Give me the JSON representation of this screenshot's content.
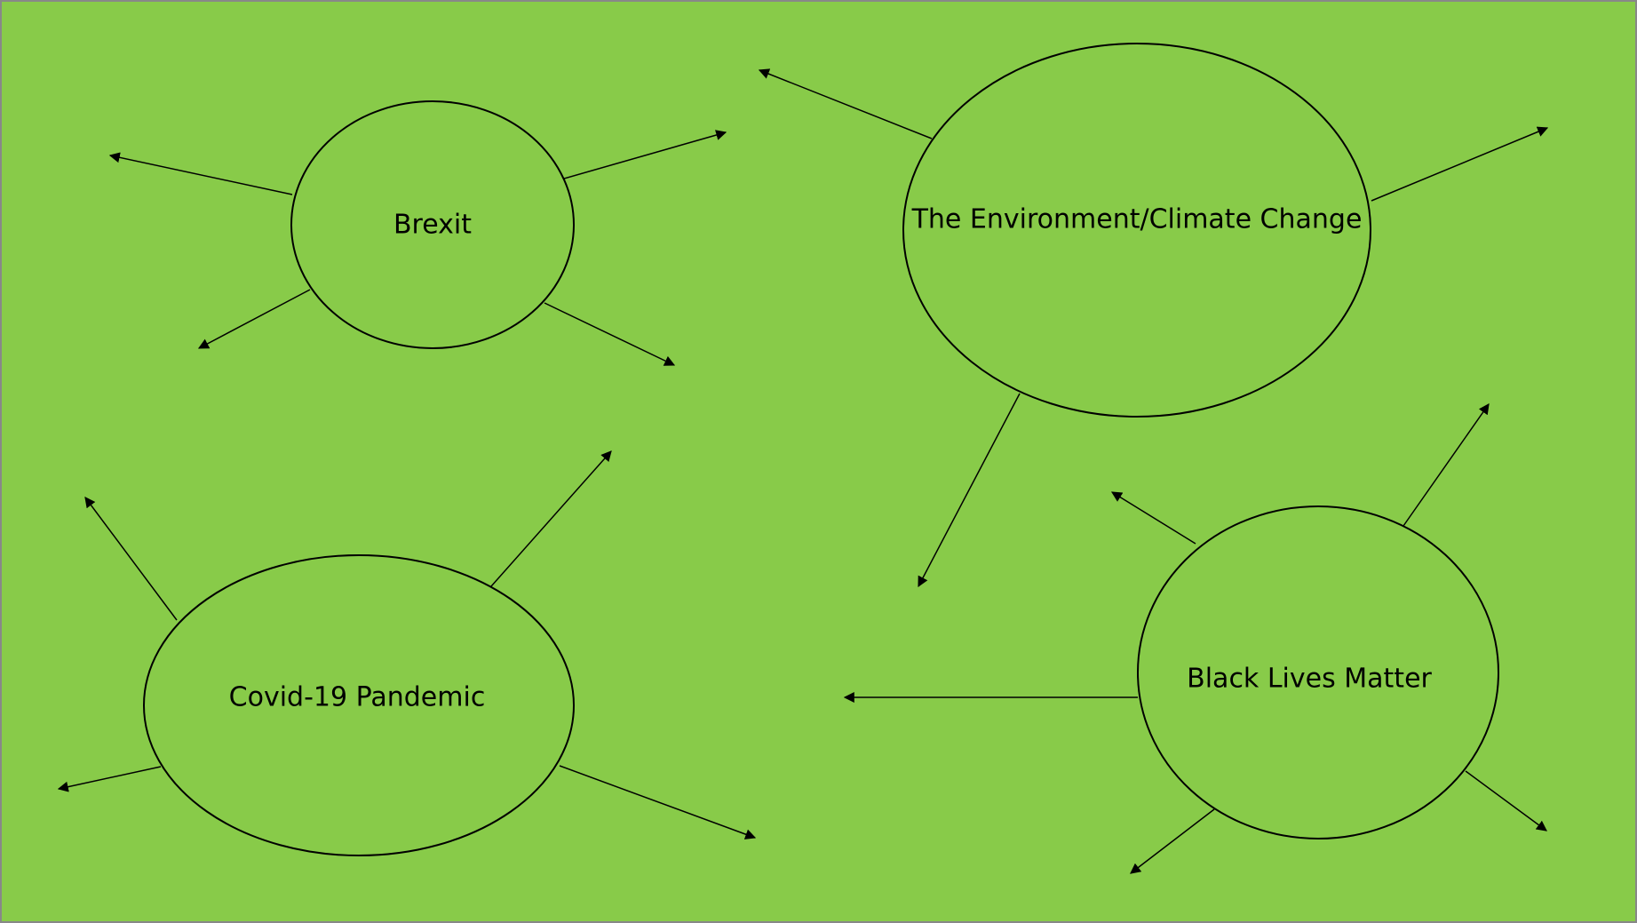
{
  "colors": {
    "background": "#88cb49",
    "stroke": "#000000",
    "frame": "#888888"
  },
  "bubbles": [
    {
      "id": "brexit",
      "label": "Brexit"
    },
    {
      "id": "climate",
      "label": "The Environment/Climate Change"
    },
    {
      "id": "covid",
      "label": "Covid-19 Pandemic"
    },
    {
      "id": "blm",
      "label": "Black Lives Matter"
    }
  ]
}
